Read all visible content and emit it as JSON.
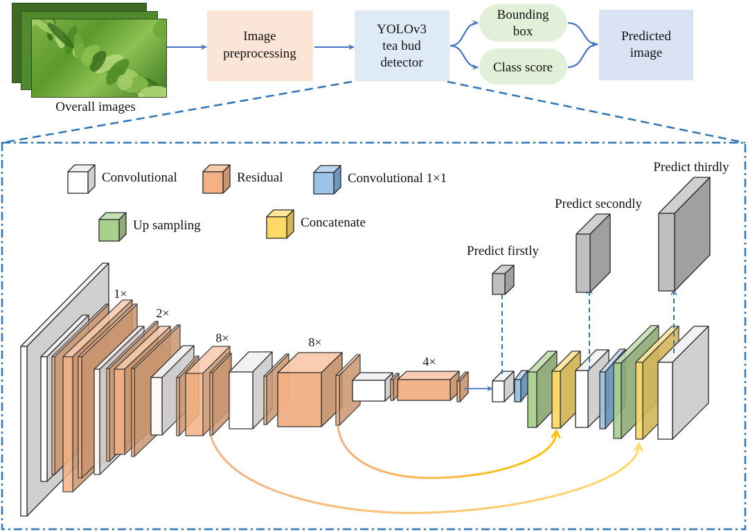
{
  "pipeline": {
    "input_caption": "Overall images",
    "steps": [
      {
        "id": "preprocess",
        "lines": [
          "Image",
          "preprocessing"
        ],
        "color": "#fbe5d6"
      },
      {
        "id": "detector",
        "lines": [
          "YOLOv3",
          "tea bud",
          "detector"
        ],
        "color": "#deebf7"
      },
      {
        "id": "bbox",
        "lines": [
          "Bounding",
          "box"
        ],
        "color": "#e2f0d9"
      },
      {
        "id": "class",
        "lines": [
          "Class score"
        ],
        "color": "#e2f0d9"
      },
      {
        "id": "predicted",
        "lines": [
          "Predicted",
          "image"
        ],
        "color": "#dae3f3"
      }
    ],
    "arrow_color": "#4472c4"
  },
  "legend": [
    {
      "id": "conv",
      "label": "Convolutional",
      "front": "#ffffff",
      "top": "#f2f2f2",
      "side": "#d0d0d0"
    },
    {
      "id": "residual",
      "label": "Residual",
      "front": "#f4b183",
      "top": "#f8cbad",
      "side": "#c9956f"
    },
    {
      "id": "conv1x1",
      "label": "Convolutional 1×1",
      "front": "#9dc3e6",
      "top": "#bdd7ee",
      "side": "#7096bb"
    },
    {
      "id": "upsample",
      "label": "Up sampling",
      "front": "#a9d18e",
      "top": "#c5e0b4",
      "side": "#8eab78"
    },
    {
      "id": "concat",
      "label": "Concatenate",
      "front": "#ffd966",
      "top": "#ffe699",
      "side": "#d4b75a"
    }
  ],
  "multipliers": [
    "1×",
    "2×",
    "8×",
    "8×",
    "4×"
  ],
  "predictions": [
    "Predict firstly",
    "Predict secondly",
    "Predict thirdly"
  ],
  "colors": {
    "predict_front": "#bfbfbf",
    "predict_top": "#d0d0d0",
    "predict_side": "#a0a0a0",
    "frame": "#2e75b6",
    "skip_start": "#f4b183",
    "skip_end": "#ffc000"
  }
}
